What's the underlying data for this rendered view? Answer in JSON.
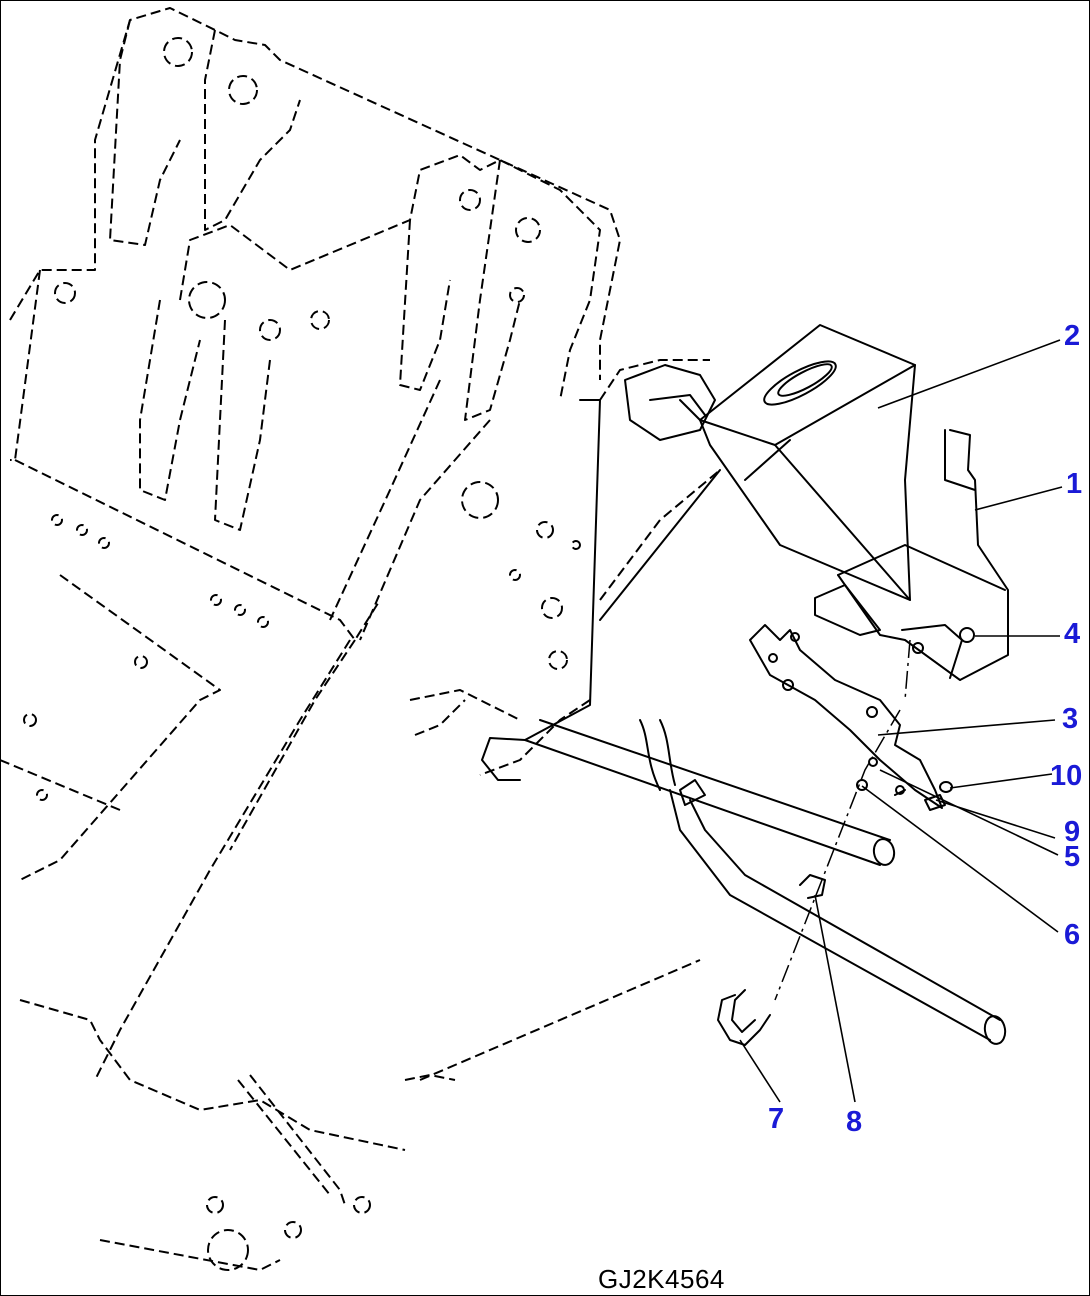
{
  "diagram": {
    "code": "GJ2K4564",
    "callouts": [
      {
        "id": "c2",
        "label": "2"
      },
      {
        "id": "c1",
        "label": "1"
      },
      {
        "id": "c4",
        "label": "4"
      },
      {
        "id": "c3",
        "label": "3"
      },
      {
        "id": "c10",
        "label": "10"
      },
      {
        "id": "c9",
        "label": "9"
      },
      {
        "id": "c5",
        "label": "5"
      },
      {
        "id": "c6",
        "label": "6"
      },
      {
        "id": "c7",
        "label": "7"
      },
      {
        "id": "c8",
        "label": "8"
      }
    ],
    "colors": {
      "callout": "#1a1ad6",
      "line": "#000000",
      "background": "#ffffff"
    }
  }
}
